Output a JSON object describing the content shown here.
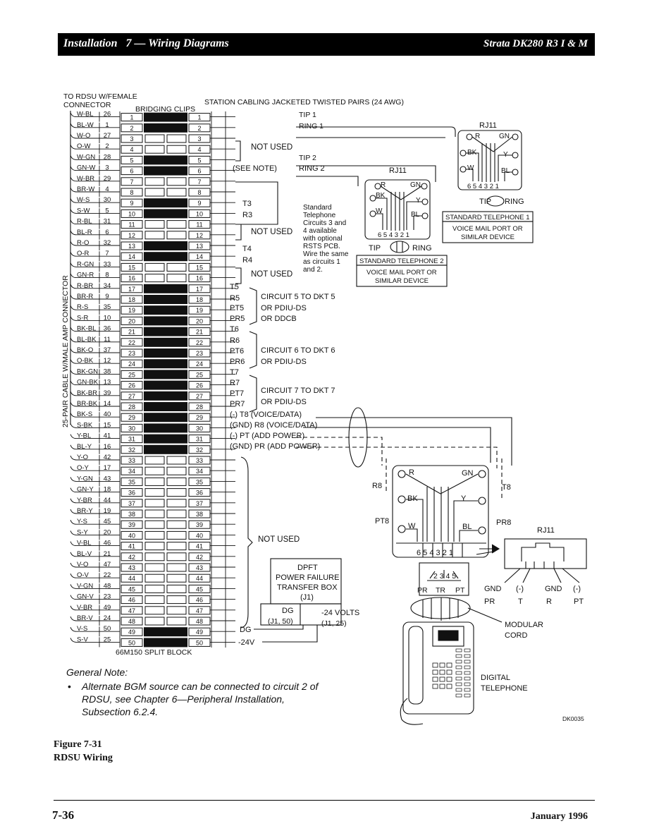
{
  "header": {
    "section": "Installation",
    "chapter": "7 — Wiring Diagrams",
    "product": "Strata DK280 R3   I & M"
  },
  "diagram": {
    "connector_title": [
      "TO RDSU W/FEMALE",
      "CONNECTOR"
    ],
    "bridging_clips": "BRIDGING CLIPS",
    "station_cabling": "STATION CABLING JACKETED TWISTED PAIRS (24 AWG)",
    "amp_connector_label": "25-PAIR CABLE W/MALE AMP CONNECTOR",
    "block_label": "66M150 SPLIT BLOCK",
    "pairs": [
      {
        "color": "W-BL",
        "pin": "26"
      },
      {
        "color": "BL-W",
        "pin": "1"
      },
      {
        "color": "W-O",
        "pin": "27"
      },
      {
        "color": "O-W",
        "pin": "2"
      },
      {
        "color": "W-GN",
        "pin": "28"
      },
      {
        "color": "GN-W",
        "pin": "3"
      },
      {
        "color": "W-BR",
        "pin": "29"
      },
      {
        "color": "BR-W",
        "pin": "4"
      },
      {
        "color": "W-S",
        "pin": "30"
      },
      {
        "color": "S-W",
        "pin": "5"
      },
      {
        "color": "R-BL",
        "pin": "31"
      },
      {
        "color": "BL-R",
        "pin": "6"
      },
      {
        "color": "R-O",
        "pin": "32"
      },
      {
        "color": "O-R",
        "pin": "7"
      },
      {
        "color": "R-GN",
        "pin": "33"
      },
      {
        "color": "GN-R",
        "pin": "8"
      },
      {
        "color": "R-BR",
        "pin": "34"
      },
      {
        "color": "BR-R",
        "pin": "9"
      },
      {
        "color": "R-S",
        "pin": "35"
      },
      {
        "color": "S-R",
        "pin": "10"
      },
      {
        "color": "BK-BL",
        "pin": "36"
      },
      {
        "color": "BL-BK",
        "pin": "11"
      },
      {
        "color": "BK-O",
        "pin": "37"
      },
      {
        "color": "O-BK",
        "pin": "12"
      },
      {
        "color": "BK-GN",
        "pin": "38"
      },
      {
        "color": "GN-BK",
        "pin": "13"
      },
      {
        "color": "BK-BR",
        "pin": "39"
      },
      {
        "color": "BR-BK",
        "pin": "14"
      },
      {
        "color": "BK-S",
        "pin": "40"
      },
      {
        "color": "S-BK",
        "pin": "15"
      },
      {
        "color": "Y-BL",
        "pin": "41"
      },
      {
        "color": "BL-Y",
        "pin": "16"
      },
      {
        "color": "Y-O",
        "pin": "42"
      },
      {
        "color": "O-Y",
        "pin": "17"
      },
      {
        "color": "Y-GN",
        "pin": "43"
      },
      {
        "color": "GN-Y",
        "pin": "18"
      },
      {
        "color": "Y-BR",
        "pin": "44"
      },
      {
        "color": "BR-Y",
        "pin": "19"
      },
      {
        "color": "Y-S",
        "pin": "45"
      },
      {
        "color": "S-Y",
        "pin": "20"
      },
      {
        "color": "V-BL",
        "pin": "46"
      },
      {
        "color": "BL-V",
        "pin": "21"
      },
      {
        "color": "V-O",
        "pin": "47"
      },
      {
        "color": "O-V",
        "pin": "22"
      },
      {
        "color": "V-GN",
        "pin": "48"
      },
      {
        "color": "GN-V",
        "pin": "23"
      },
      {
        "color": "V-BR",
        "pin": "49"
      },
      {
        "color": "BR-V",
        "pin": "24"
      },
      {
        "color": "V-S",
        "pin": "50"
      },
      {
        "color": "S-V",
        "pin": "25"
      }
    ],
    "bridged_rows": [
      1,
      2,
      5,
      6,
      9,
      10,
      13,
      14,
      17,
      18,
      19,
      20,
      21,
      22,
      23,
      24,
      25,
      26,
      27,
      28,
      29,
      30,
      31,
      32,
      49,
      50
    ],
    "station_labels": {
      "tip1": "TIP 1",
      "ring1": "RING 1",
      "not_used": "NOT USED",
      "tip2": "TIP 2",
      "see_note": "(SEE NOTE)",
      "ring2": "RING 2",
      "t3": "T3",
      "r3": "R3",
      "t4": "T4",
      "r4": "R4",
      "t5": "T5",
      "r5": "R5",
      "pt5": "PT5",
      "pr5": "PR5",
      "t6": "T6",
      "r6": "R6",
      "pt6": "PT6",
      "pr6": "PR6",
      "t7": "T7",
      "r7": "R7",
      "pt7": "PT7",
      "pr7": "PR7",
      "t8": "(-)    T8 (VOICE/DATA)",
      "r8": "(GND)  R8 (VOICE/DATA)",
      "pt": "(-)      PT (ADD POWER)",
      "pr": "(GND)  PR (ADD POWER)",
      "dg": "DG",
      "neg24": "-24V"
    },
    "rsts_note": [
      "Standard",
      "Telephone",
      "Circuits 3 and",
      "4 available",
      "with optional",
      "RSTS PCB.",
      "Wire the same",
      "as circuits 1",
      "and 2."
    ],
    "circuit5": [
      "CIRCUIT 5 TO DKT 5",
      "OR PDIU-DS",
      "OR DDCB"
    ],
    "circuit6": [
      "CIRCUIT 6 TO DKT 6",
      "OR PDIU-DS"
    ],
    "circuit7": [
      "CIRCUIT 7 TO DKT 7",
      "OR PDIU-DS"
    ],
    "rj11": "RJ11",
    "jack_r": "R",
    "jack_gn": "GN",
    "jack_bk": "BK",
    "jack_y": "Y",
    "jack_w": "W",
    "jack_bl": "BL",
    "jack_pins": "6 5 4 3 2 1",
    "tip": "TIP",
    "ring": "RING",
    "std_tel_1": "STANDARD TELEPHONE 1",
    "std_tel_2": "STANDARD TELEPHONE 2",
    "vm_port": [
      "VOICE MAIL PORT OR",
      "SIMILAR DEVICE"
    ],
    "pfttb": [
      "DPFT",
      "POWER FAILURE",
      "TRANSFER BOX",
      "(J1)"
    ],
    "dg_j1": [
      "DG",
      "(J1, 50)"
    ],
    "neg24_j1": [
      "-24 VOLTS",
      "(J1, 25)"
    ],
    "r8": "R8",
    "t8": "T8",
    "pt8": "PT8",
    "pr8": "PR8",
    "plug_pins": "2 3 4 5",
    "plug_labels": [
      "PR",
      "TR",
      "PT"
    ],
    "rj_wires": [
      {
        "top": "GND",
        "bottom": "PR"
      },
      {
        "top": "(-)",
        "bottom": "T"
      },
      {
        "top": "GND",
        "bottom": "R"
      },
      {
        "top": "(-)",
        "bottom": "PT"
      }
    ],
    "modular_cord": [
      "MODULAR",
      "CORD"
    ],
    "digital_telephone": [
      "DIGITAL",
      "TELEPHONE"
    ],
    "figure_id": "DK0035"
  },
  "notes": {
    "title": "General Note:",
    "item": [
      "Alternate BGM source can be connected to circuit 2 of",
      "RDSU, see Chapter 6—Peripheral Installation,",
      "Subsection 6.2.4."
    ]
  },
  "figure": {
    "number": "Figure 7-31",
    "title": "RDSU Wiring"
  },
  "footer": {
    "page": "7-36",
    "date": "January 1996"
  }
}
